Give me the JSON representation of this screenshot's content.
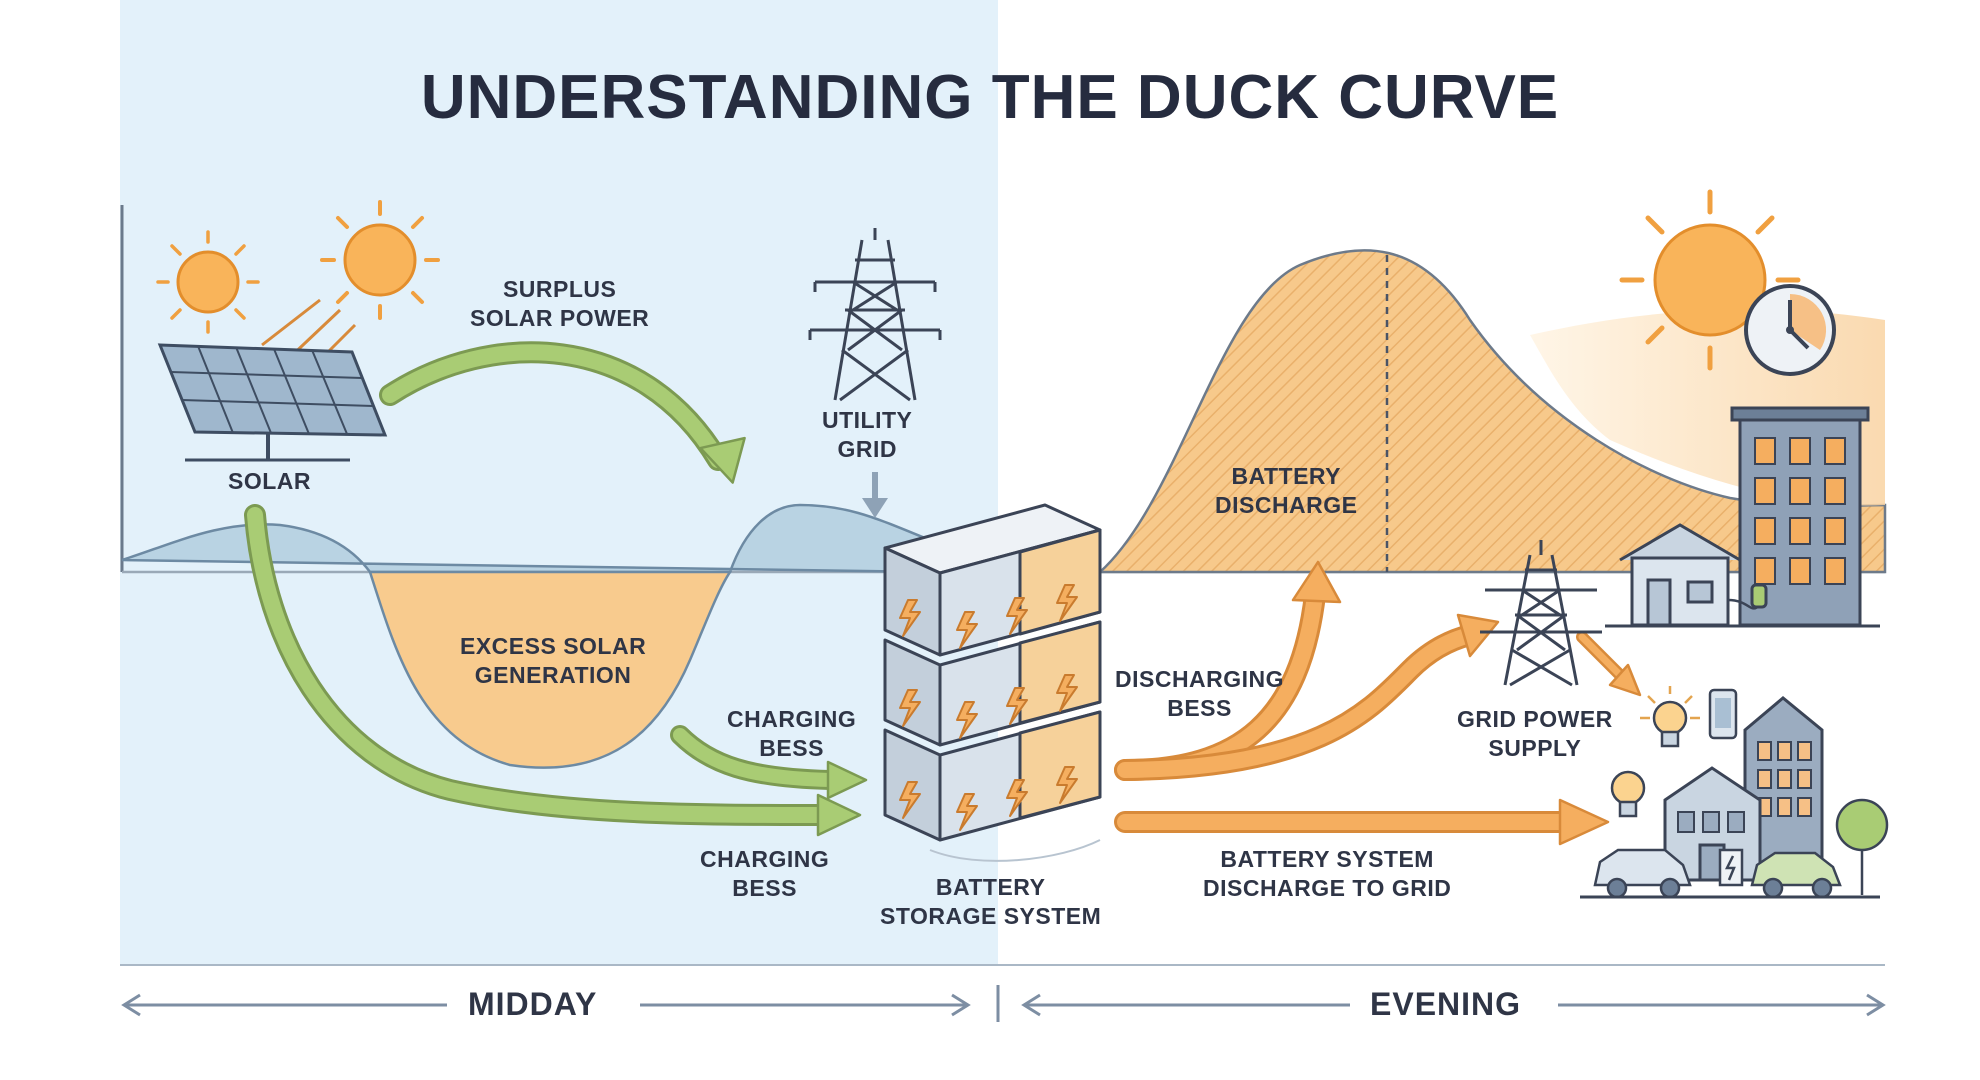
{
  "title": "UNDERSTANDING THE DUCK CURVE",
  "labels": {
    "surplus": [
      "SURPLUS",
      "SOLAR POWER"
    ],
    "solar": "SOLAR",
    "utility_grid": [
      "UTILITY",
      "GRID"
    ],
    "excess": [
      "EXCESS SOLAR",
      "GENERATION"
    ],
    "charging_upper": [
      "CHARGING",
      "BESS"
    ],
    "charging_lower": [
      "CHARGING",
      "BESS"
    ],
    "battery_storage": [
      "BATTERY",
      "STORAGE SYSTEM"
    ],
    "battery_discharge": [
      "BATTERY",
      "DISCHARGE"
    ],
    "discharging_bess": [
      "DISCHARGING",
      "BESS"
    ],
    "grid_power_supply": [
      "GRID POWER",
      "SUPPLY"
    ],
    "discharge_to_grid": [
      "BATTERY SYSTEM",
      "DISCHARGE TO GRID"
    ]
  },
  "timeline": {
    "left": "MIDDAY",
    "right": "EVENING"
  },
  "colors": {
    "midday_panel": "#e3f1fa",
    "curve_fill_blue": "#b9d3e3",
    "orange_fill": "#f7c98b",
    "orange_arrow": "#f3a654",
    "green_arrow": "#9cc069",
    "battery_gray": "#d2dce6",
    "text": "#2f3546"
  },
  "icons": [
    "sun-icon",
    "solar-panel-icon",
    "transmission-tower-icon",
    "battery-stack-icon",
    "clock-icon",
    "office-building-icon",
    "house-icon",
    "light-bulb-icon",
    "smartphone-icon",
    "car-icon",
    "tree-icon"
  ]
}
